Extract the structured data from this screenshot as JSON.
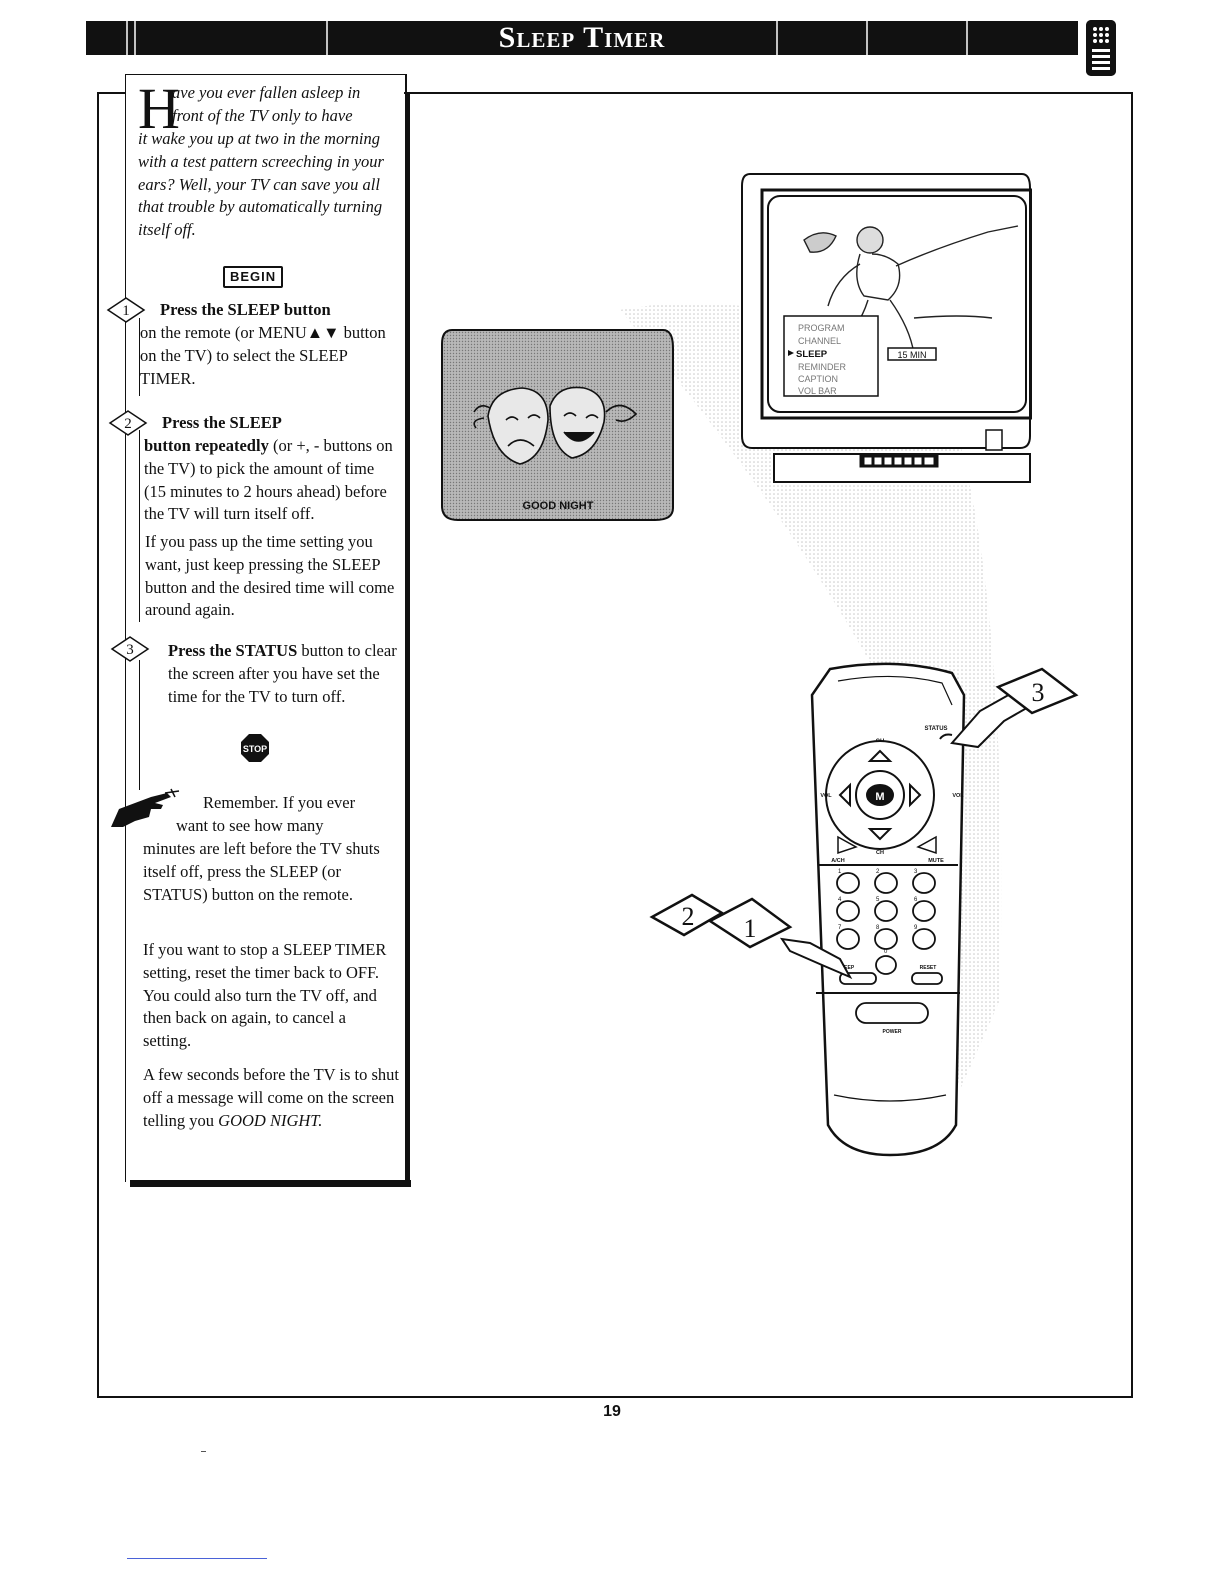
{
  "header": {
    "title": "Sleep Timer"
  },
  "intro": {
    "drop_cap": "H",
    "line_1": "ave you ever fallen asleep in",
    "line_2": "front of the TV only to have",
    "rest": "it wake you up at two in the morning with a test pattern screeching in your ears? Well, your TV can save you all that trouble by automatically turning itself off."
  },
  "begin_label": "BEGIN",
  "steps": [
    {
      "number": "1",
      "lead": "Press the SLEEP",
      "lead_bold": "button",
      "text": "on the remote (or MENU▲▼ button on the TV)  to select the SLEEP TIMER."
    },
    {
      "number": "2",
      "lead": "Press the SLEEP",
      "lead_bold": "button repeatedly",
      "text": "(or +, - buttons on the TV) to pick the amount of time (15 minutes to 2 hours ahead) before the TV will turn itself off.",
      "extra": "If you pass up the time setting you want, just keep pressing  the SLEEP button and the desired time will come around again."
    },
    {
      "number": "3",
      "lead": "Press the STATUS",
      "lead_bold": "",
      "text": "button to clear the screen after you have set the time for the TV to turn off."
    }
  ],
  "stop_label": "STOP",
  "remember": {
    "first": "Remember.  If you ever",
    "second": "want to see how many",
    "rest": "minutes are left before the  TV shuts itself off, press the SLEEP (or STATUS) button on the remote.",
    "para_2": "If you want to stop a SLEEP TIMER setting, reset the timer back to OFF. You could also turn the TV off, and then back on again, to cancel a setting.",
    "para_3_a": "A few seconds before the TV is to shut off a message will come on the screen telling you",
    "para_3_b": "GOOD NIGHT."
  },
  "goodnight_screen": {
    "caption": "GOOD NIGHT"
  },
  "tv_menu": {
    "items": [
      "PROGRAM",
      "CHANNEL",
      "SLEEP",
      "REMINDER",
      "CAPTION",
      "VOL BAR"
    ],
    "selected_index": 2,
    "sleep_value": "15 MIN"
  },
  "remote": {
    "labels": {
      "ch": "CH",
      "status": "STATUS",
      "vol": "VOL",
      "menu": "M",
      "ach": "A/CH",
      "mute": "MUTE",
      "sleep": "SLEEP",
      "reset": "RESET",
      "power": "POWER"
    },
    "digits": [
      "1",
      "2",
      "3",
      "4",
      "5",
      "6",
      "7",
      "8",
      "9",
      "0"
    ],
    "callouts": [
      "1",
      "2",
      "3"
    ]
  },
  "footer": {
    "page_number": "19"
  },
  "colors": {
    "ink": "#111111",
    "screen_gray": "#9a9a9a",
    "footer_rule": "#4a62d8"
  }
}
